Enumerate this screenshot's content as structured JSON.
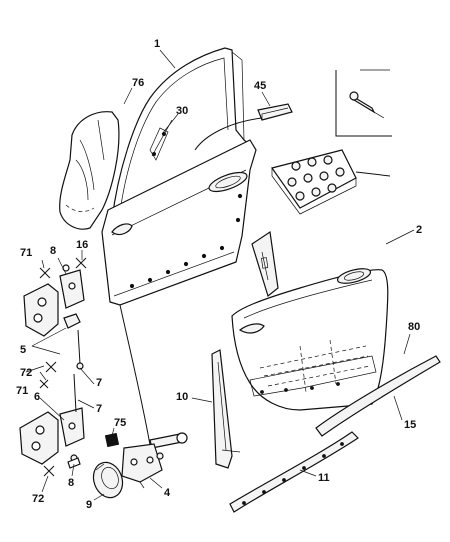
{
  "callouts": [
    {
      "id": "c1",
      "text": "1"
    },
    {
      "id": "c2",
      "text": "2"
    },
    {
      "id": "c4",
      "text": "4"
    },
    {
      "id": "c5",
      "text": "5"
    },
    {
      "id": "c6",
      "text": "6"
    },
    {
      "id": "c7a",
      "text": "7"
    },
    {
      "id": "c7b",
      "text": "7"
    },
    {
      "id": "c8a",
      "text": "8"
    },
    {
      "id": "c8b",
      "text": "8"
    },
    {
      "id": "c9",
      "text": "9"
    },
    {
      "id": "c10",
      "text": "10"
    },
    {
      "id": "c11",
      "text": "11"
    },
    {
      "id": "c15",
      "text": "15"
    },
    {
      "id": "c16",
      "text": "16"
    },
    {
      "id": "c30",
      "text": "30"
    },
    {
      "id": "c45",
      "text": "45"
    },
    {
      "id": "c71a",
      "text": "71"
    },
    {
      "id": "c71b",
      "text": "71"
    },
    {
      "id": "c72a",
      "text": "72"
    },
    {
      "id": "c72b",
      "text": "72"
    },
    {
      "id": "c75",
      "text": "75"
    },
    {
      "id": "c76",
      "text": "76"
    },
    {
      "id": "c80",
      "text": "80"
    }
  ]
}
